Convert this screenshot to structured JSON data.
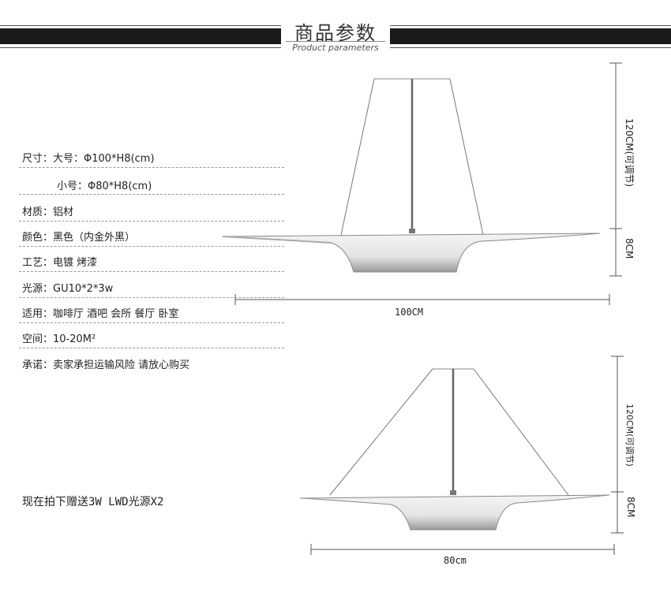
{
  "header": {
    "title_cn": "商品参数",
    "title_en": "Product parameters"
  },
  "specs": [
    {
      "label": "尺寸：大号：Φ100*H8(cm)"
    },
    {
      "label": "小号：Φ80*H8(cm)"
    },
    {
      "label": "材质：铝材"
    },
    {
      "label": "颜色：黑色（内金外黑）"
    },
    {
      "label": "工艺：电镀 烤漆"
    },
    {
      "label": "光源：GU10*2*3w"
    },
    {
      "label": "适用：咖啡厅 酒吧 会所 餐厅 卧室"
    },
    {
      "label": "空间：10-20M²"
    },
    {
      "label": "承诺：卖家承担运输风险 请放心购买"
    }
  ],
  "promo": "现在拍下赠送3W LWD光源X2",
  "large_lamp": {
    "height_label": "120CM(可调节)",
    "thickness_label": "8CM",
    "width_label": "100CM"
  },
  "small_lamp": {
    "height_label": "120CM(可调节)",
    "thickness_label": "8CM",
    "width_label": "80cm"
  }
}
